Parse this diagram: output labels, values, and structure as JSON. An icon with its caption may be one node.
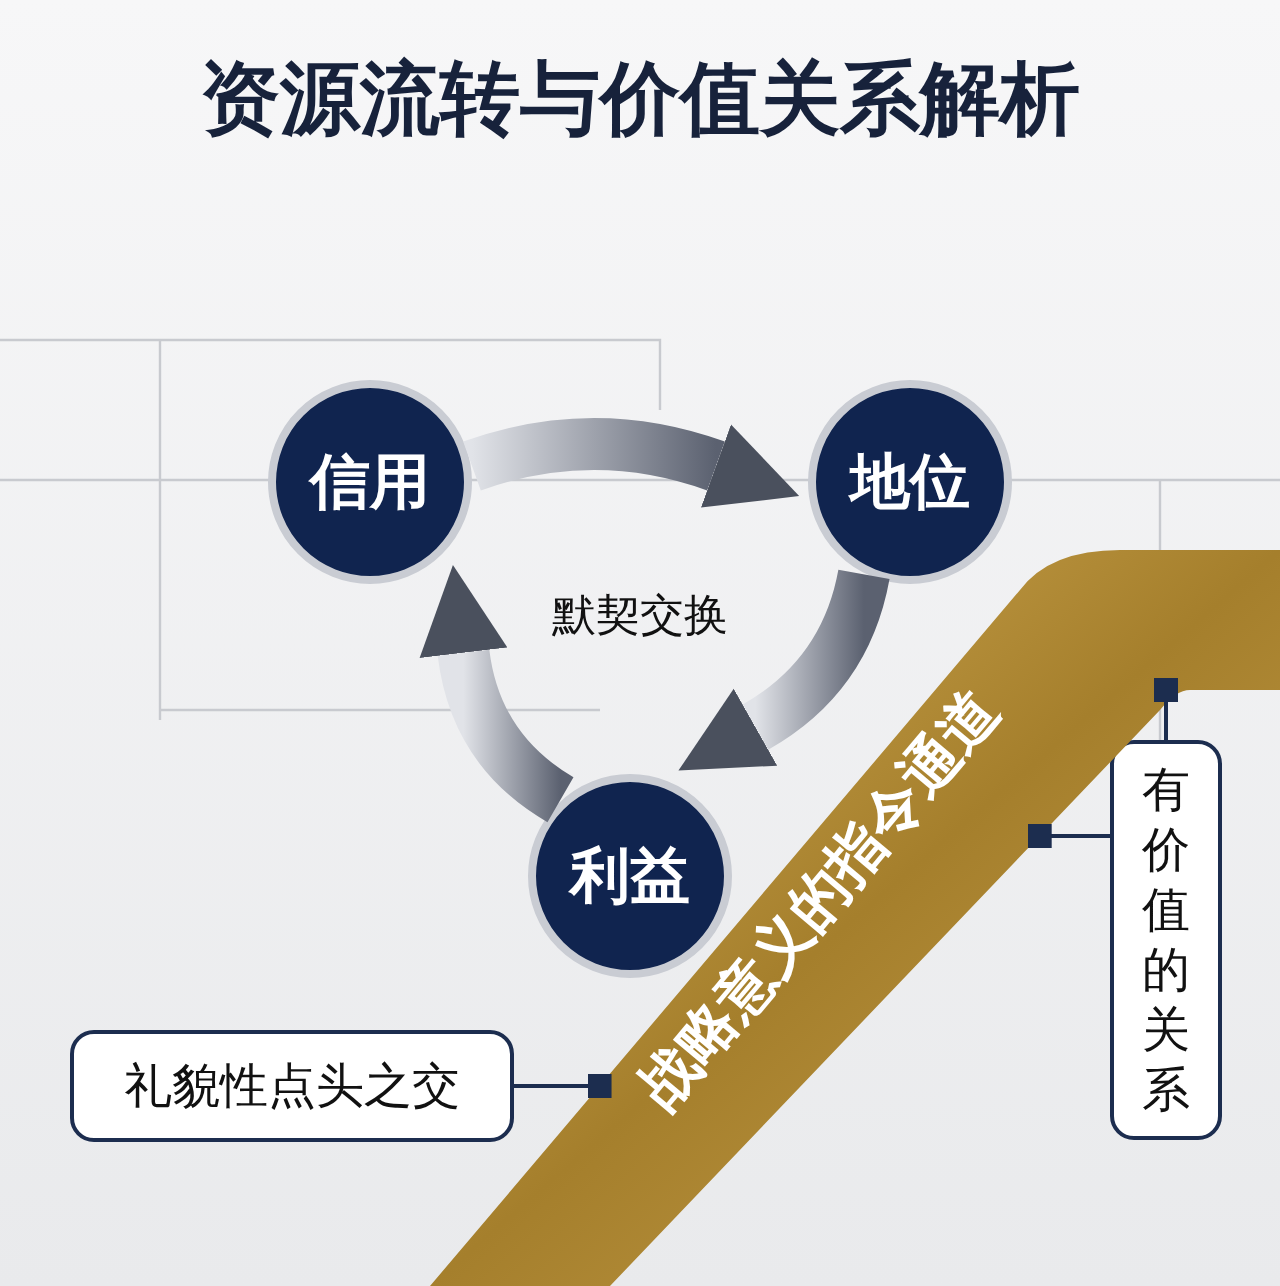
{
  "diagram": {
    "title": "资源流转与价值关系解析",
    "nodes": [
      {
        "text": [
          "信用"
        ]
      },
      {
        "text": [
          "地位"
        ]
      },
      {
        "text": [
          "利益"
        ]
      },
      {
        "text": [
          "礼貌性点头之交"
        ]
      },
      {
        "text": [
          "有价值的关系"
        ]
      },
      {
        "text": [
          "战略意义的指令通道"
        ]
      }
    ],
    "edges": [
      {
        "from": 0,
        "to": 1,
        "arrow": "to"
      },
      {
        "from": 1,
        "to": 2,
        "arrow": "to"
      },
      {
        "from": 2,
        "to": 0,
        "arrow": "to"
      },
      {
        "from": 3,
        "to": 5,
        "arrow": "other"
      },
      {
        "from": 4,
        "to": 5,
        "arrow": "other"
      },
      {
        "from": 4,
        "to": 5,
        "arrow": "other"
      }
    ],
    "labels": [
      "默契交换"
    ]
  }
}
